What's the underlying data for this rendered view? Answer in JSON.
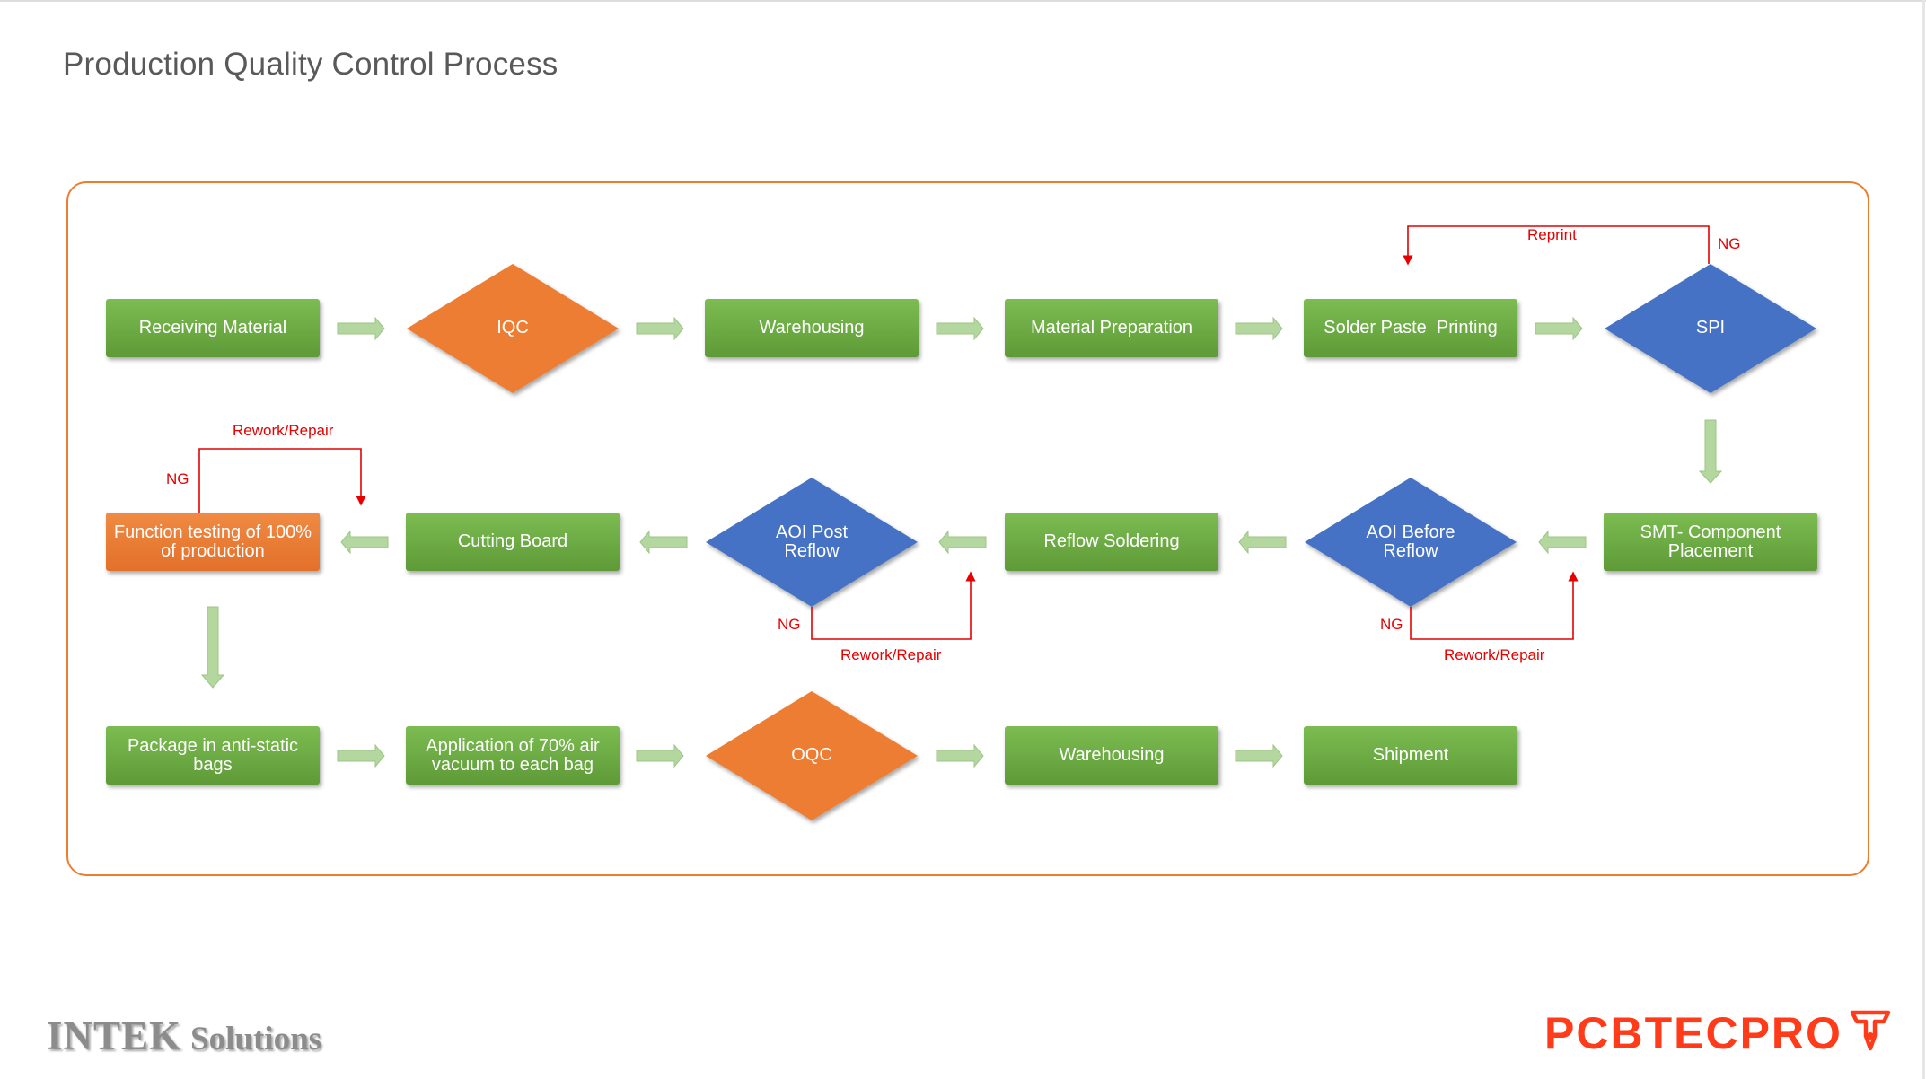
{
  "page": {
    "title": "Production Quality Control Process"
  },
  "colors": {
    "process": "#70ad47",
    "inspect": "#ed7d31",
    "decision": "#4472c4",
    "rework": "#e60000",
    "frame": "#ed7d31",
    "flow_arrow": "#a9d18e"
  },
  "nodes": {
    "receiving": "Receiving Material",
    "iqc": "IQC",
    "warehousing_1": "Warehousing",
    "material_prep": "Material Preparation",
    "solder_paste": "Solder Paste  Printing",
    "spi": "SPI",
    "smt": "SMT- Component\nPlacement",
    "aoi_before": "AOI Before\nReflow",
    "reflow": "Reflow Soldering",
    "aoi_post": "AOI Post\nReflow",
    "cutting": "Cutting Board",
    "function_test": "Function testing of 100%\nof production",
    "package": "Package in anti-static\nbags",
    "vacuum": "Application of 70% air\nvacuum to each bag",
    "oqc": "OQC",
    "warehousing_2": "Warehousing",
    "shipment": "Shipment"
  },
  "loops": {
    "spi": {
      "ng": "NG",
      "action": "Reprint"
    },
    "aoi_before": {
      "ng": "NG",
      "action": "Rework/Repair"
    },
    "aoi_post": {
      "ng": "NG",
      "action": "Rework/Repair"
    },
    "function_test": {
      "ng": "NG",
      "action": "Rework/Repair"
    }
  },
  "brand": {
    "left_main": "INTEK",
    "left_sub": "Solutions",
    "right": "PCBTECPRO"
  },
  "icons": {
    "brand_mark": "pcbtecpro-logo-mark"
  }
}
